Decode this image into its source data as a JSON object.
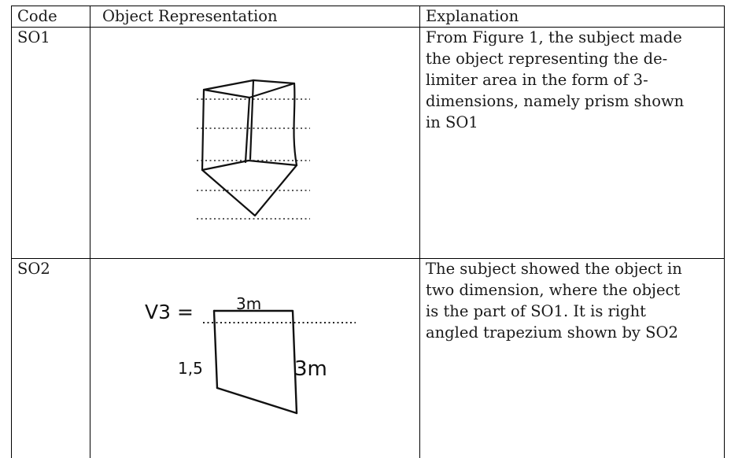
{
  "table": {
    "headers": {
      "code": "Code",
      "object": "Object Representation",
      "explanation": "Explanation"
    },
    "rows": [
      {
        "code": "SO1",
        "explanation_lines": [
          "From Figure 1, the subject made",
          "the object representing the de-",
          "limiter area in the form of 3-",
          "dimensions, namely prism shown",
          "in SO1"
        ]
      },
      {
        "code": "SO2",
        "explanation_lines": [
          "The subject showed the object in",
          "two dimension, where the object",
          "is the part of SO1.  It is right",
          "angled trapezium shown by SO2"
        ],
        "sketch": {
          "label_left": "V3 =",
          "label_top": "3m",
          "label_side_left": "1,5",
          "label_side_right": "3m"
        }
      }
    ]
  }
}
